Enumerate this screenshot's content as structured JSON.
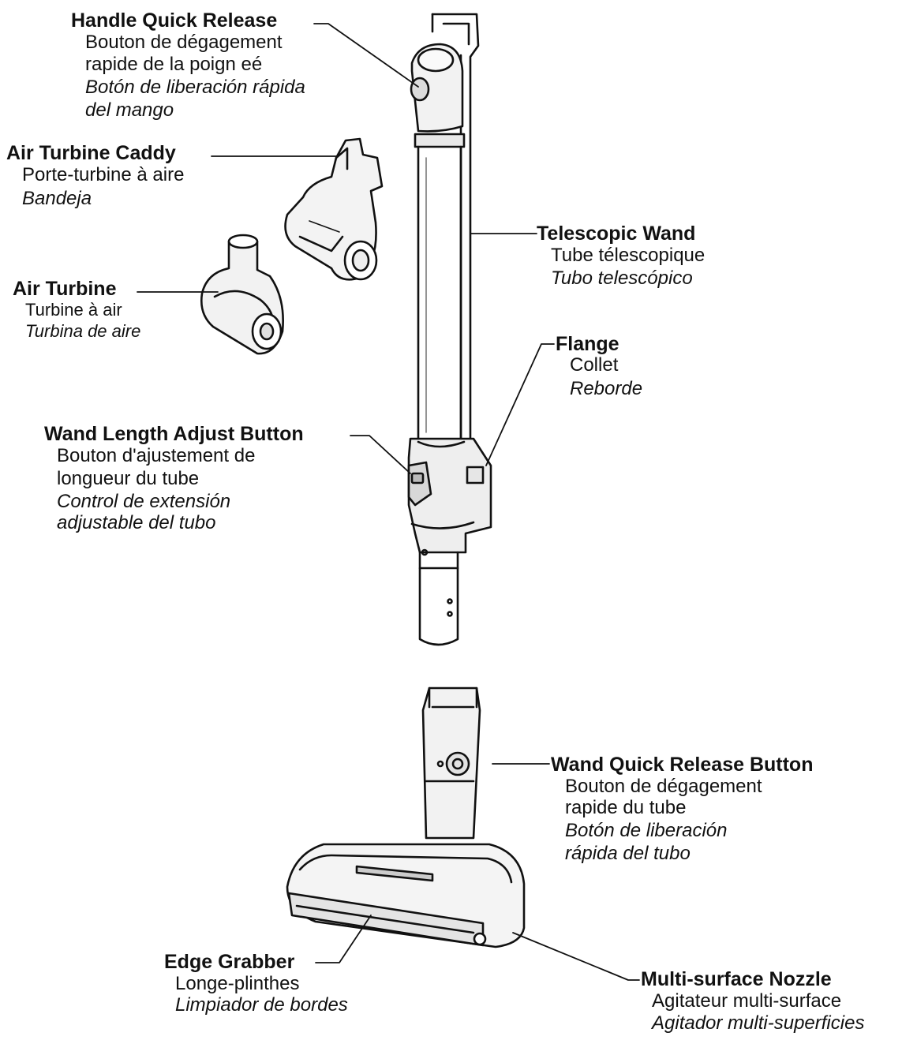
{
  "callouts": {
    "handle_quick_release": {
      "en": "Handle Quick Release",
      "fr": [
        "Bouton de dégagement",
        "rapide de la poign eé"
      ],
      "es": [
        "Botón de liberación rápida",
        "del mango"
      ]
    },
    "air_turbine_caddy": {
      "en": "Air Turbine Caddy",
      "fr": [
        "Porte-turbine à aire"
      ],
      "es": [
        "Bandeja"
      ]
    },
    "air_turbine": {
      "en": "Air Turbine",
      "fr": [
        "Turbine à air"
      ],
      "es": [
        "Turbina de aire"
      ]
    },
    "telescopic_wand": {
      "en": "Telescopic Wand",
      "fr": [
        "Tube télescopique"
      ],
      "es": [
        "Tubo telescópico"
      ]
    },
    "flange": {
      "en": "Flange",
      "fr": [
        "Collet"
      ],
      "es": [
        "Reborde"
      ]
    },
    "wand_length_adjust": {
      "en": "Wand Length Adjust Button",
      "fr": [
        "Bouton d'ajustement de",
        "longueur du tube"
      ],
      "es": [
        "Control de extensión",
        "adjustable del tubo"
      ]
    },
    "wand_quick_release": {
      "en": "Wand Quick Release Button",
      "fr": [
        "Bouton de dégagement",
        "rapide du tube"
      ],
      "es": [
        "Botón de liberación",
        "rápida del tubo"
      ]
    },
    "edge_grabber": {
      "en": "Edge Grabber",
      "fr": [
        "Longe-plinthes"
      ],
      "es": [
        "Limpiador de bordes"
      ]
    },
    "multi_surface_nozzle": {
      "en": "Multi-surface Nozzle",
      "fr": [
        "Agitateur multi-surface"
      ],
      "es": [
        "Agitador multi-superficies"
      ]
    }
  }
}
